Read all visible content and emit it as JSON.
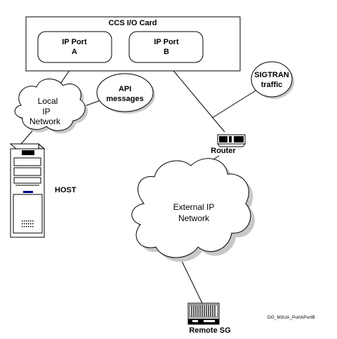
{
  "card": {
    "title": "CCS I/O Card",
    "port_a": {
      "line1": "IP Port",
      "line2": "A"
    },
    "port_b": {
      "line1": "IP Port",
      "line2": "B"
    }
  },
  "local_network": {
    "line1": "Local",
    "line2": "IP",
    "line3": "Network"
  },
  "api_bubble": {
    "line1": "API",
    "line2": "messages"
  },
  "sigtran_bubble": {
    "line1": "SIGTRAN",
    "line2": "traffic"
  },
  "router": {
    "label": "Router"
  },
  "host": {
    "label": "HOST"
  },
  "external_network": {
    "line1": "External IP",
    "line2": "Network"
  },
  "remote_sg": {
    "label": "Remote SG"
  },
  "figure_id": "DG_M3UA_PortAPortB",
  "colors": {
    "line": "#000000",
    "cloud_shadow": "#c8c8c8",
    "equipment_fill": "#ffffff",
    "router_dark": "#000000"
  }
}
